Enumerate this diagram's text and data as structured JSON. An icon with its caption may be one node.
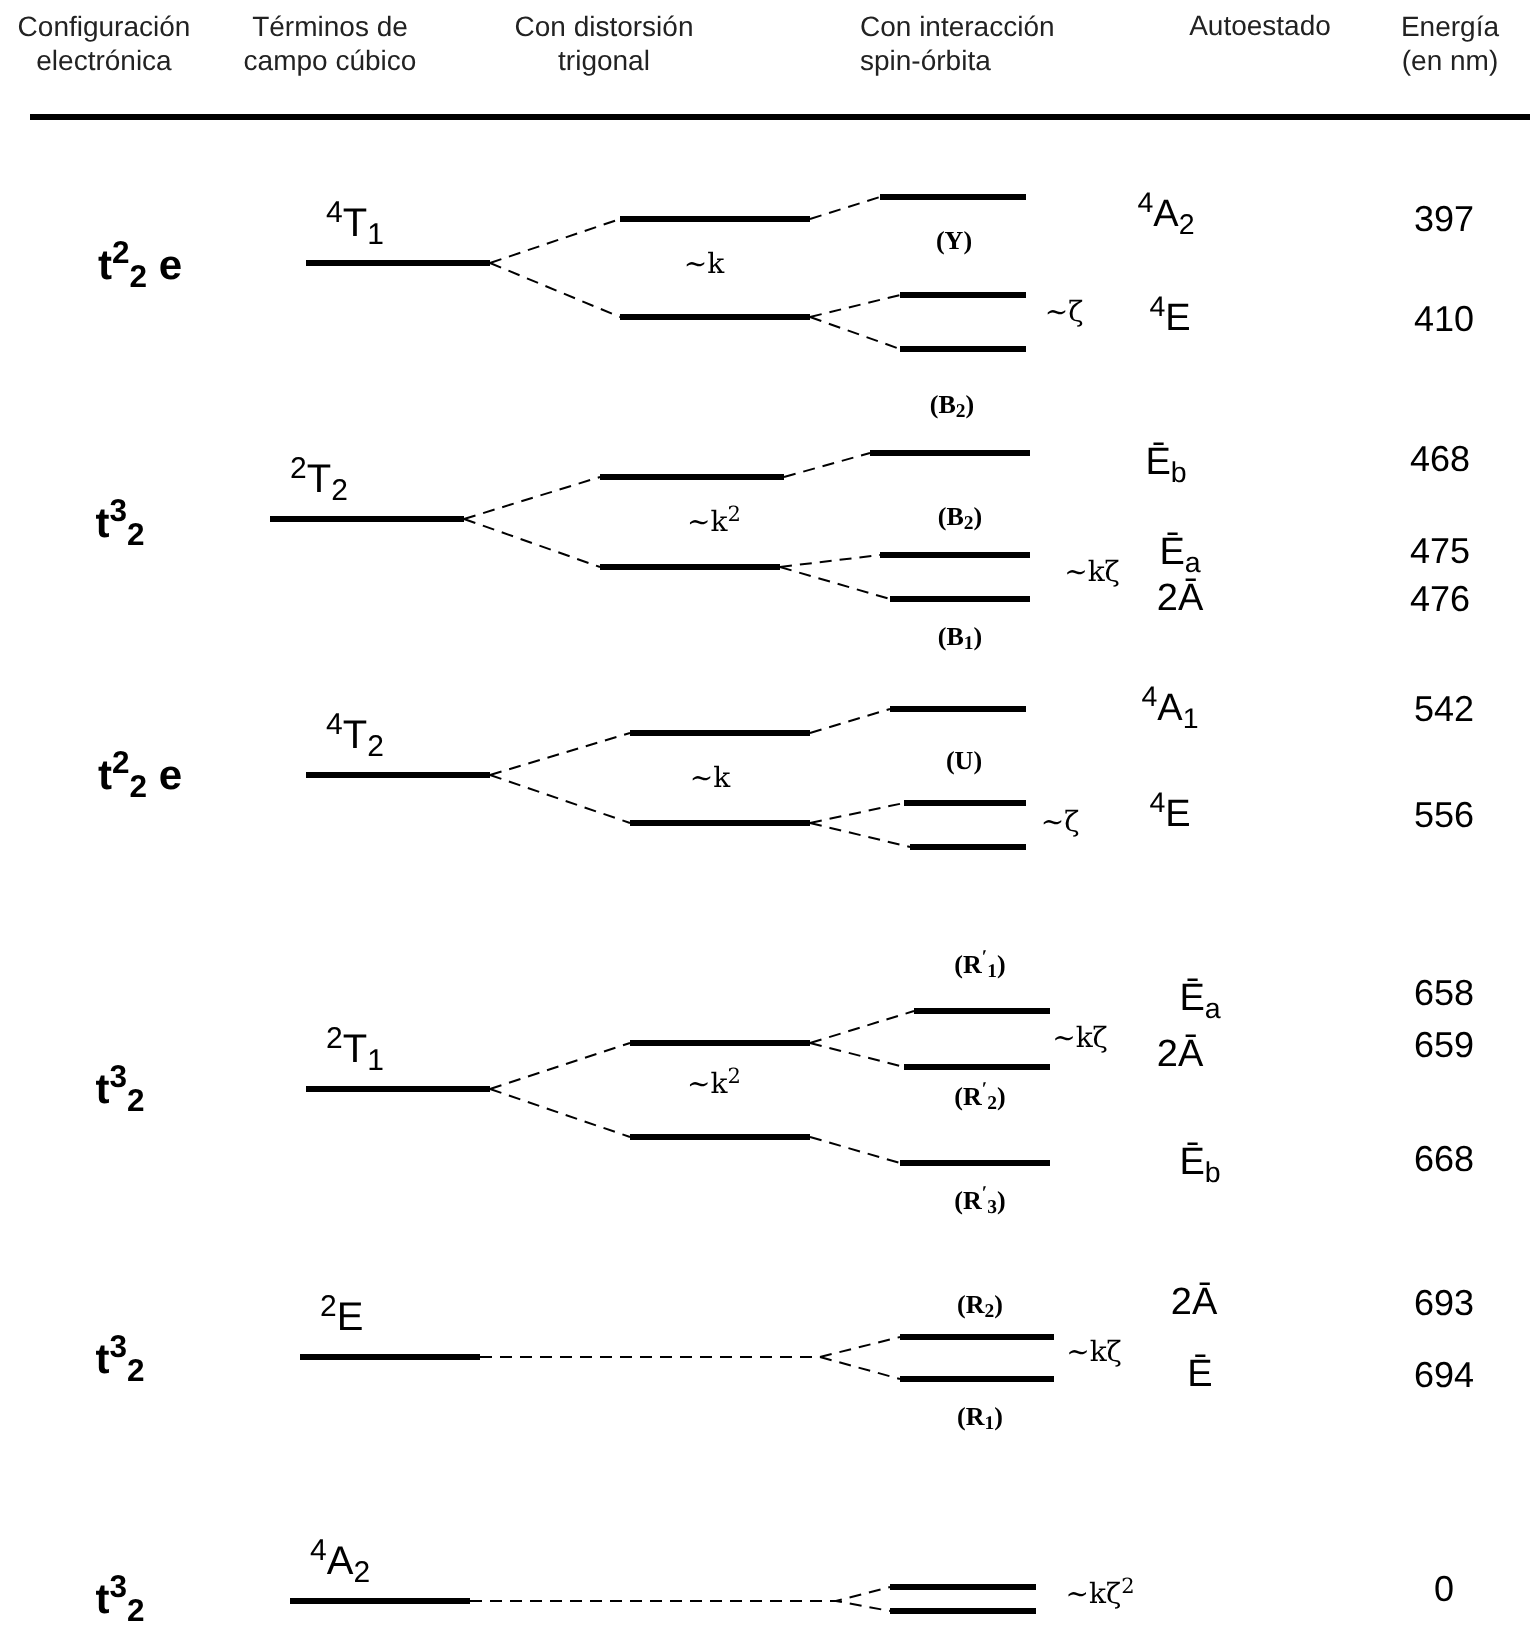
{
  "diagram": {
    "nodes": [
      {
        "text": [
          "$^{4}$T$_{1}$"
        ]
      },
      {
        "text": [],
        "shape": "bar"
      },
      {
        "text": [],
        "shape": "bar"
      },
      {
        "text": [],
        "shape": "bar"
      },
      {
        "text": [],
        "shape": "bar"
      },
      {
        "text": [],
        "shape": "bar"
      },
      {
        "text": [
          "$^{2}$T$_{2}$"
        ]
      },
      {
        "text": [],
        "shape": "bar"
      },
      {
        "text": [],
        "shape": "bar"
      },
      {
        "text": [],
        "shape": "bar"
      },
      {
        "text": [],
        "shape": "bar"
      },
      {
        "text": [],
        "shape": "bar"
      },
      {
        "text": [
          "$^{4}$T$_{2}$"
        ]
      },
      {
        "text": [],
        "shape": "bar"
      },
      {
        "text": [],
        "shape": "bar"
      },
      {
        "text": [],
        "shape": "bar"
      },
      {
        "text": [],
        "shape": "bar"
      },
      {
        "text": [],
        "shape": "bar"
      },
      {
        "text": [
          "$^{2}$T$_{1}$"
        ]
      },
      {
        "text": [],
        "shape": "bar"
      },
      {
        "text": [],
        "shape": "bar"
      },
      {
        "text": [],
        "shape": "bar"
      },
      {
        "text": [],
        "shape": "bar"
      },
      {
        "text": [],
        "shape": "bar"
      },
      {
        "text": [
          "$^{2}$E"
        ]
      },
      {
        "text": [],
        "shape": "bar"
      },
      {
        "text": [],
        "shape": "bar"
      },
      {
        "text": [
          "$^{4}$A$_{2}$"
        ]
      },
      {
        "text": [],
        "shape": "bar"
      },
      {
        "text": [],
        "shape": "bar"
      }
    ],
    "edges": [
      {
        "from": 0,
        "to": 1,
        "arrow": "none",
        "style": "dashed"
      },
      {
        "from": 0,
        "to": 2,
        "arrow": "none",
        "style": "dashed"
      },
      {
        "from": 1,
        "to": 3,
        "arrow": "none",
        "style": "dashed"
      },
      {
        "from": 2,
        "to": 4,
        "arrow": "none",
        "style": "dashed"
      },
      {
        "from": 2,
        "to": 5,
        "arrow": "none",
        "style": "dashed"
      },
      {
        "from": 6,
        "to": 7,
        "arrow": "none",
        "style": "dashed"
      },
      {
        "from": 6,
        "to": 8,
        "arrow": "none",
        "style": "dashed"
      },
      {
        "from": 7,
        "to": 9,
        "arrow": "none",
        "style": "dashed"
      },
      {
        "from": 8,
        "to": 10,
        "arrow": "none",
        "style": "dashed"
      },
      {
        "from": 8,
        "to": 11,
        "arrow": "none",
        "style": "dashed"
      },
      {
        "from": 12,
        "to": 13,
        "arrow": "none",
        "style": "dashed"
      },
      {
        "from": 12,
        "to": 14,
        "arrow": "none",
        "style": "dashed"
      },
      {
        "from": 13,
        "to": 15,
        "arrow": "none",
        "style": "dashed"
      },
      {
        "from": 14,
        "to": 16,
        "arrow": "none",
        "style": "dashed"
      },
      {
        "from": 14,
        "to": 17,
        "arrow": "none",
        "style": "dashed"
      },
      {
        "from": 18,
        "to": 19,
        "arrow": "none",
        "style": "dashed"
      },
      {
        "from": 18,
        "to": 20,
        "arrow": "none",
        "style": "dashed"
      },
      {
        "from": 19,
        "to": 21,
        "arrow": "none",
        "style": "dashed"
      },
      {
        "from": 19,
        "to": 22,
        "arrow": "none",
        "style": "dashed"
      },
      {
        "from": 20,
        "to": 23,
        "arrow": "none",
        "style": "dashed"
      },
      {
        "from": 24,
        "to": 25,
        "arrow": "none",
        "style": "dashed"
      },
      {
        "from": 24,
        "to": 26,
        "arrow": "none",
        "style": "dashed"
      },
      {
        "from": 27,
        "to": 28,
        "arrow": "none",
        "style": "dashed"
      },
      {
        "from": 27,
        "to": 29,
        "arrow": "none",
        "style": "dashed"
      }
    ],
    "labels": [
      "Configuración electrónica",
      "Términos de campo cúbico",
      "Con distorsión trigonal",
      "Con interacción spin-órbita",
      "Autoestado",
      "Energía (en nm)",
      "t$^{2}$$_{2}$ e",
      "~k",
      "(Y)",
      "~ζ",
      "$^{4}$A$_{2}$",
      "$^{4}$E",
      "397",
      "410",
      "(B$_{2}$)",
      "t$^{3}$$_{2}$",
      "~k$^{2}$",
      "(B$_{2}$)",
      "~kζ",
      "Ē$_{b}$",
      "Ē$_{a}$",
      "2Ā",
      "(B$_{1}$)",
      "468",
      "475",
      "476",
      "t$^{2}$$_{2}$ e",
      "~k",
      "(U)",
      "~ζ",
      "$^{4}$A$_{1}$",
      "$^{4}$E",
      "542",
      "556",
      "(R$^{′}$$_{1}$)",
      "t$^{3}$$_{2}$",
      "Ē$_{a}$",
      "658",
      "~kζ",
      "2Ā",
      "659",
      "~k$^{2}$",
      "(R$^{′}$$_{2}$)",
      "Ē$_{b}$",
      "668",
      "(R$^{′}$$_{3}$)",
      "(R$_{2}$)",
      "2Ā",
      "693",
      "t$^{3}$$_{2}$",
      "~kζ",
      "Ē",
      "694",
      "(R$_{1}$)",
      "t$^{3}$$_{2}$",
      "~kζ$^{2}$",
      "0"
    ]
  }
}
